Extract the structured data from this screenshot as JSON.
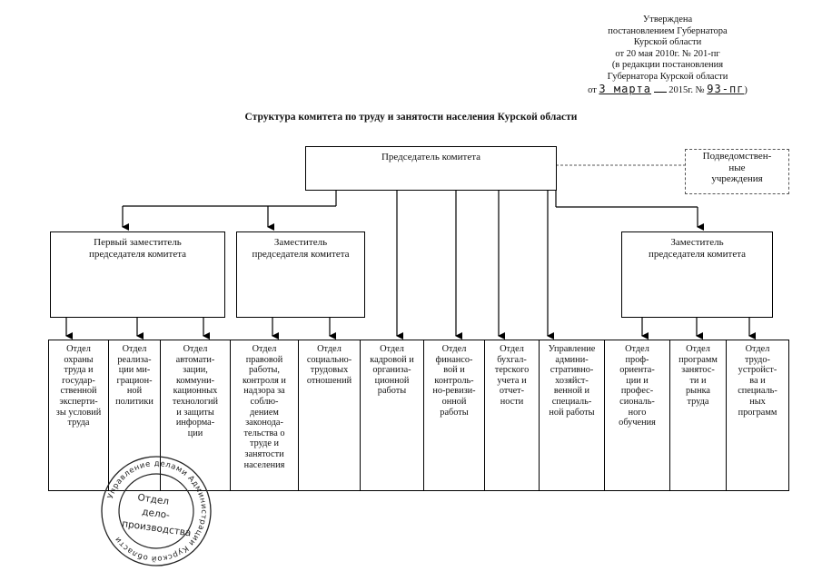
{
  "approval": {
    "line1": "Утверждена",
    "line2": "постановлением Губернатора",
    "line3": "Курской области",
    "line4": "от 20 мая 2010г. № 201-пг",
    "line5": "(в редакции постановления",
    "line6": "Губернатора Курской области",
    "line7_from": "от",
    "line7_date": "3 марта",
    "line7_year": "2015г. №",
    "line7_num": "93-пг",
    "line7_close": ")"
  },
  "title": "Структура комитета по труду и занятости населения Курской области",
  "chairman": "Председатель комитета",
  "subordinate": [
    "Подведомствен-",
    "ные",
    "учреждения"
  ],
  "deputies": {
    "first": [
      "Первый заместитель",
      "председателя комитета"
    ],
    "second": [
      "Заместитель",
      "председателя комитета"
    ],
    "third": [
      "Заместитель",
      "председателя комитета"
    ]
  },
  "departments": [
    [
      "Отдел",
      "охраны",
      "труда и",
      "государ-",
      "ственной",
      "эксперти-",
      "зы условий",
      "труда"
    ],
    [
      "Отдел",
      "реализа-",
      "ции ми-",
      "грацион-",
      "ной",
      "политики"
    ],
    [
      "Отдел",
      "автомати-",
      "зации,",
      "коммуни-",
      "кационных",
      "технологий",
      "и защиты",
      "информа-",
      "ции"
    ],
    [
      "Отдел",
      "правовой",
      "работы,",
      "контроля и",
      "надзора за",
      "соблю-",
      "дением",
      "законода-",
      "тельства о",
      "труде и",
      "занятости",
      "населения"
    ],
    [
      "Отдел",
      "социально-",
      "трудовых",
      "отношений"
    ],
    [
      "Отдел",
      "кадровой и",
      "организа-",
      "ционной",
      "работы"
    ],
    [
      "Отдел",
      "финансо-",
      "вой и",
      "контроль-",
      "но-ревизи-",
      "онной",
      "работы"
    ],
    [
      "Отдел",
      "бухгал-",
      "терского",
      "учета и",
      "отчет-",
      "ности"
    ],
    [
      "Управление",
      "админи-",
      "стративно-",
      "хозяйст-",
      "венной и",
      "специаль-",
      "ной работы"
    ],
    [
      "Отдел",
      "проф-",
      "ориента-",
      "ции и",
      "профес-",
      "сиональ-",
      "ного",
      "обучения"
    ],
    [
      "Отдел",
      "программ",
      "занятос-",
      "ти и",
      "рынка",
      "труда"
    ],
    [
      "Отдел",
      "трудо-",
      "устройст-",
      "ва и",
      "специаль-",
      "ных",
      "программ"
    ]
  ],
  "stamp": {
    "ring": "Управление делами Администрации Курской области",
    "line1": "Отдел",
    "line2": "дело-",
    "line3": "производства"
  }
}
